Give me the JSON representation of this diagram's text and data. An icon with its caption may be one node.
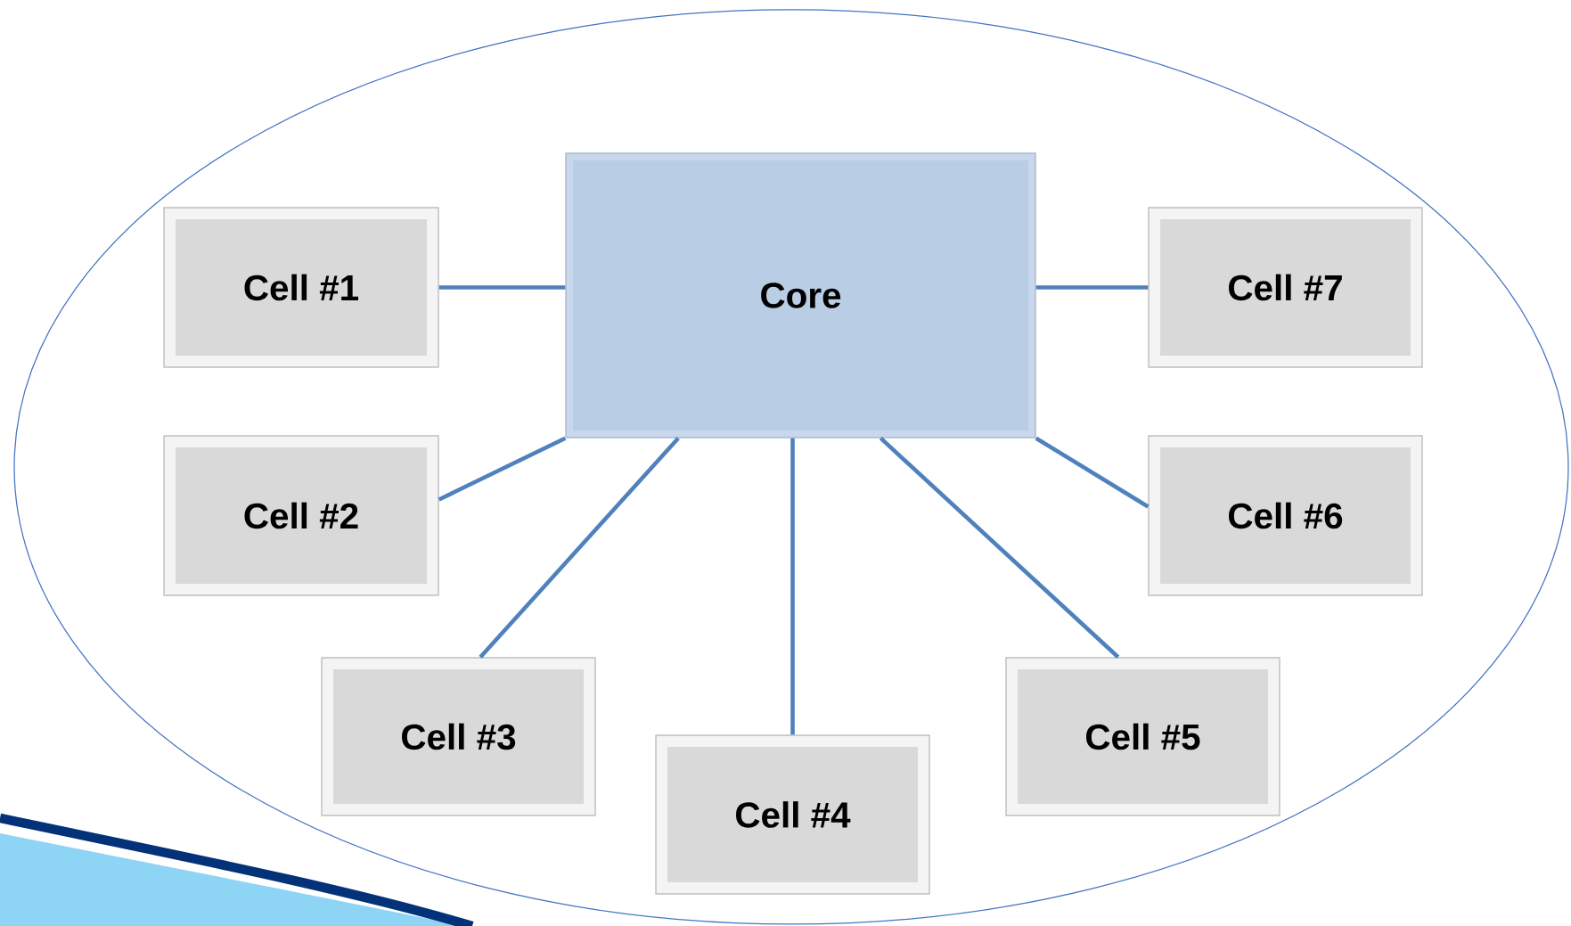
{
  "diagram": {
    "nodes": [
      {
        "text": [
          "Core"
        ]
      },
      {
        "text": [
          "Cell #1"
        ]
      },
      {
        "text": [
          "Cell #2"
        ]
      },
      {
        "text": [
          "Cell #3"
        ]
      },
      {
        "text": [
          "Cell #4"
        ]
      },
      {
        "text": [
          "Cell #5"
        ]
      },
      {
        "text": [
          "Cell #6"
        ]
      },
      {
        "text": [
          "Cell #7"
        ]
      }
    ],
    "edges": [
      {
        "from": 0,
        "to": 1,
        "arrow": "none"
      },
      {
        "from": 0,
        "to": 2,
        "arrow": "none"
      },
      {
        "from": 0,
        "to": 3,
        "arrow": "none"
      },
      {
        "from": 0,
        "to": 4,
        "arrow": "none"
      },
      {
        "from": 0,
        "to": 5,
        "arrow": "none"
      },
      {
        "from": 0,
        "to": 6,
        "arrow": "none"
      },
      {
        "from": 0,
        "to": 7,
        "arrow": "none"
      }
    ]
  }
}
